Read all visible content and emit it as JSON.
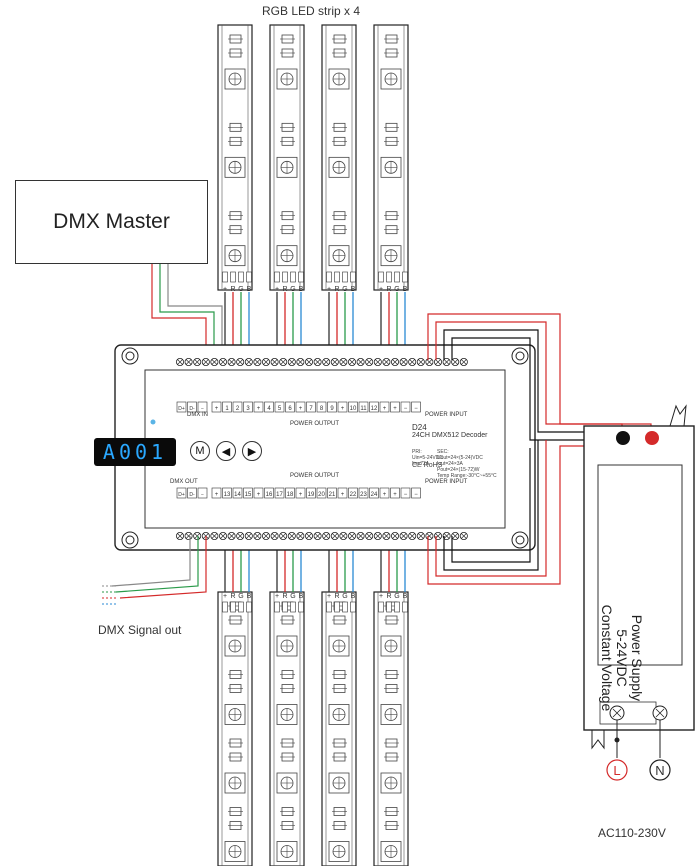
{
  "labels": {
    "strip_title": "RGB LED strip x 4",
    "dmx_master": "DMX Master",
    "dmx_signal_out": "DMX Signal out",
    "ac_input": "AC110-230V"
  },
  "decoder": {
    "display": "A001",
    "buttons": [
      "M",
      "◀",
      "▶"
    ],
    "model": "D24",
    "model_desc": "24CH DMX512 Decoder",
    "pri_lines": [
      "PRI:",
      "Uin=5-24VDC",
      "Iin=72A"
    ],
    "sec_lines": [
      "SEC:",
      "Uout=24×(5-24)VDC",
      "Iout=24×3A",
      "Pout=24×(15-72)W",
      "Temp Range:-30°C~+55°C"
    ],
    "rohs": "RoHS",
    "dmx_in": "DMX IN",
    "dmx_out": "DMX OUT",
    "power_output": "POWER OUTPUT",
    "power_input": "POWER INPUT",
    "top_channels": [
      "1",
      "2",
      "3",
      "4",
      "5",
      "6",
      "7",
      "8",
      "9",
      "10",
      "11",
      "12"
    ],
    "bottom_channels": [
      "13",
      "14",
      "15",
      "16",
      "17",
      "18",
      "19",
      "20",
      "21",
      "22",
      "23",
      "24"
    ]
  },
  "power_supply": {
    "lines": [
      "Power Supply",
      "5-24VDC",
      "Constant Voltage"
    ],
    "terminals": [
      "L",
      "N"
    ]
  },
  "strip_pins": [
    "+",
    "R",
    "G",
    "B"
  ],
  "colors": {
    "red": "#d42a2a",
    "green": "#2a9a4a",
    "blue": "#2a8ad4",
    "line": "#333333",
    "display_text": "#2aa8ff"
  }
}
